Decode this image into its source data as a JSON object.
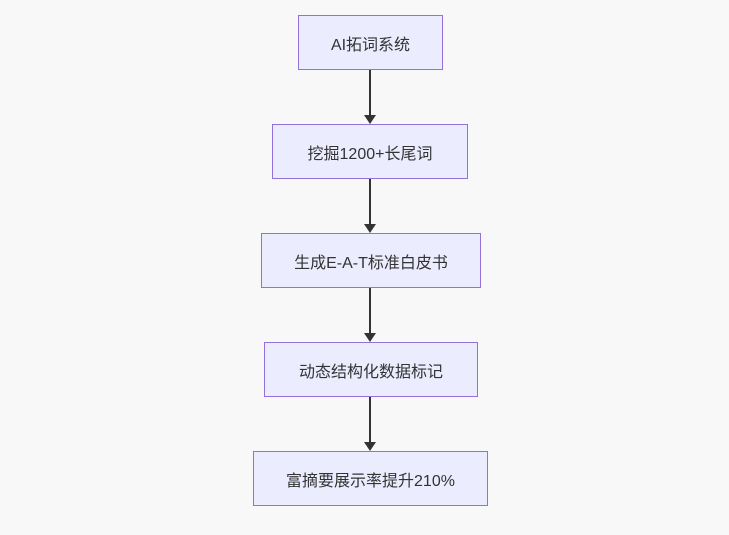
{
  "diagram": {
    "type": "flowchart",
    "direction": "top-down",
    "nodes": [
      {
        "id": "ai-keyword-system",
        "label": "AI拓词系统"
      },
      {
        "id": "longtail-mining",
        "label": "挖掘1200+长尾词"
      },
      {
        "id": "eat-whitepaper",
        "label": "生成E-A-T标准白皮书"
      },
      {
        "id": "structured-data-markup",
        "label": "动态结构化数据标记"
      },
      {
        "id": "rich-snippet-lift",
        "label": "富摘要展示率提升210%"
      }
    ],
    "edges": [
      {
        "from": "ai-keyword-system",
        "to": "longtail-mining"
      },
      {
        "from": "longtail-mining",
        "to": "eat-whitepaper"
      },
      {
        "from": "eat-whitepaper",
        "to": "structured-data-markup"
      },
      {
        "from": "structured-data-markup",
        "to": "rich-snippet-lift"
      }
    ],
    "colors": {
      "background": "#f8f8f8",
      "node_fill": "#ECECFF",
      "node_border": "#9370DB",
      "arrow": "#333333",
      "text": "#333333"
    }
  }
}
